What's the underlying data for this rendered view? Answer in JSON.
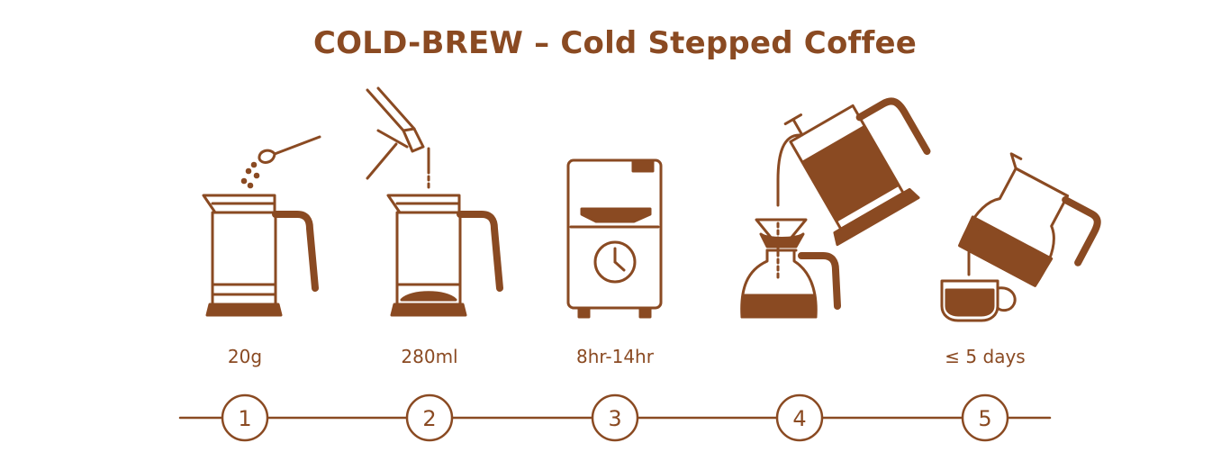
{
  "title": "COLD-BREW – Cold Stepped Coffee",
  "colors": {
    "stroke": "#8a4a22",
    "fill": "#8a4a22",
    "background": "#ffffff"
  },
  "steps": [
    {
      "number": "1",
      "label": "20g",
      "icon": "french-press-with-spoon-icon"
    },
    {
      "number": "2",
      "label": "280ml",
      "icon": "kettle-pour-into-press-icon"
    },
    {
      "number": "3",
      "label": "8hr-14hr",
      "icon": "refrigerator-clock-icon"
    },
    {
      "number": "4",
      "label": "",
      "icon": "press-pour-into-drip-carafe-icon"
    },
    {
      "number": "5",
      "label": "≤ 5 days",
      "icon": "carafe-pour-into-cup-icon"
    }
  ]
}
